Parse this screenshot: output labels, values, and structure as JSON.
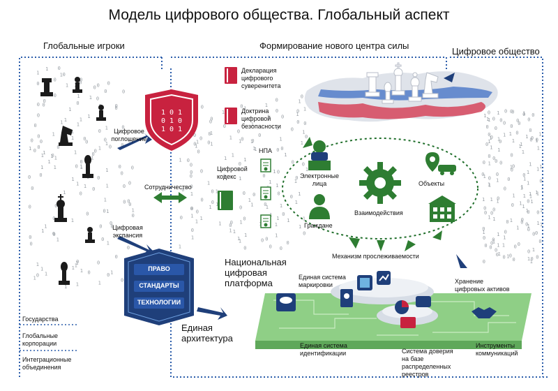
{
  "title": "Модель цифрового общества. Глобальный аспект",
  "sections": {
    "global_players": "Глобальные игроки",
    "new_center": "Формирование нового центра силы",
    "digital_society": "Цифровое общество"
  },
  "left_labels": {
    "takeover": "Цифровое поглощение",
    "cooperation": "Сотрудничество",
    "expansion": "Цифровая экспансия"
  },
  "legend": {
    "states": "Государства",
    "corporations": "Глобальные корпорации",
    "unions": "Интеграционные объединения"
  },
  "documents": {
    "declaration": "Декларация цифрового суверенитета",
    "doctrine": "Доктрина цифровой безопасности",
    "code": "Цифровой кодекс",
    "npa": "НПА"
  },
  "platform": {
    "law": "ПРАВО",
    "standards": "СТАНДАРТЫ",
    "technologies": "ТЕХНОЛОГИИ",
    "national": "Национальная цифровая платформа",
    "architecture": "Единая архитектура"
  },
  "society": {
    "electronic_persons": "Электронные лица",
    "objects": "Объекты",
    "citizens": "Граждане",
    "interaction": "Взаимодействия",
    "tracing": "Механизм прослеживаемости"
  },
  "infrastructure": {
    "marking": "Единая система маркировки",
    "storage": "Хранение цифровых активов",
    "identification": "Единая система идентификации",
    "trust": "Система доверия на базе распределенных реестров",
    "communication": "Инструменты коммуникаций"
  },
  "shield_text": "1 0 1 0 1 0 1 0 1",
  "colors": {
    "green": "#3a9a3a",
    "dark_green": "#1f6e2a",
    "navy": "#1f3f7a",
    "crimson": "#c8223f",
    "dotted_blue": "#2a5caa",
    "platform_green": "#8fcf86"
  }
}
